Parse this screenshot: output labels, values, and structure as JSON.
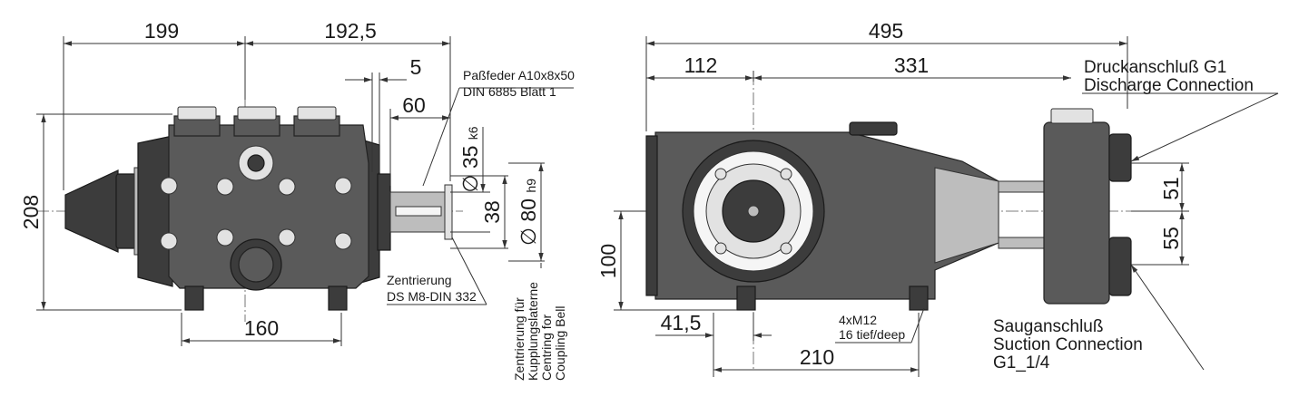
{
  "dimensions": {
    "front": {
      "d199": "199",
      "d192_5": "192,5",
      "d5": "5",
      "d60": "60",
      "d35": "35",
      "d35_tol": "k6",
      "d38": "38",
      "d80": "80",
      "d80_tol": "h9",
      "d208": "208",
      "d160": "160",
      "diameter_symbol": "∅"
    },
    "side": {
      "d495": "495",
      "d112": "112",
      "d331": "331",
      "d100": "100",
      "d41_5": "41,5",
      "d210": "210",
      "d51": "51",
      "d55": "55"
    }
  },
  "notes": {
    "key_line1": "Paßfeder A10x8x50",
    "key_line2": "DIN 6885 Blatt 1",
    "centering_line1": "Zentrierung",
    "centering_line2": "DS M8-DIN 332",
    "bell_line1": "Zentrierung für",
    "bell_line2": "Kupplungslaterne",
    "bell_line3": "Centring for",
    "bell_line4": "Coupling Bell",
    "discharge_line1": "Druckanschluß G1",
    "discharge_line2": "Discharge Connection",
    "suction_line1": "Sauganschluß",
    "suction_line2": "Suction Connection",
    "suction_line3": "G1_1/4",
    "thread_line1": "4xM12",
    "thread_line2": "16 tief/deep"
  }
}
